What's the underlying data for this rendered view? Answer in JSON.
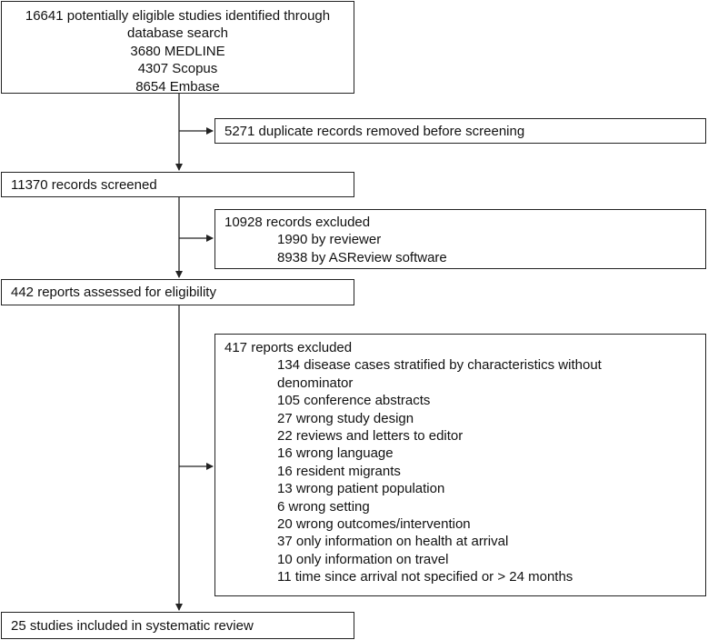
{
  "identified": {
    "lines": [
      "16641 potentially eligible studies identified through",
      "database search",
      "3680 MEDLINE",
      "4307 Scopus",
      "8654 Embase"
    ]
  },
  "duplicates": {
    "text": "5271 duplicate records removed before screening"
  },
  "screened": {
    "text": "11370 records screened"
  },
  "records_excluded": {
    "header": "10928 records excluded",
    "items": [
      "1990 by reviewer",
      "8938 by ASReview software"
    ]
  },
  "assessed": {
    "text": "442 reports assessed for eligibility"
  },
  "reports_excluded": {
    "header": "417 reports excluded",
    "items": [
      "134 disease cases stratified by characteristics without denominator",
      "105 conference abstracts",
      "27 wrong study design",
      "22 reviews and letters to editor",
      "16 wrong language",
      "16 resident migrants",
      "13 wrong patient population",
      "6 wrong setting",
      "20 wrong outcomes/intervention",
      "37 only information on health at arrival",
      "10 only information on travel",
      "11 time since arrival not specified or > 24 months"
    ]
  },
  "included": {
    "text": "25 studies included in systematic review"
  }
}
